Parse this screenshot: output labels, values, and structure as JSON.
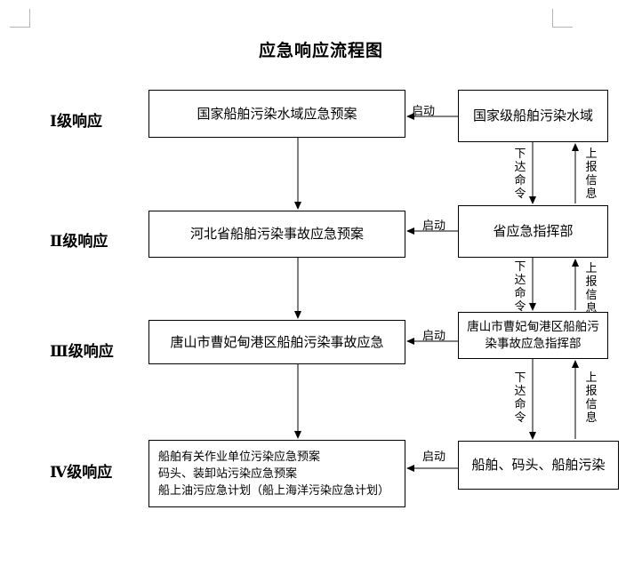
{
  "title": "应急响应流程图",
  "levels": [
    "Ⅰ级响应",
    "Ⅱ级响应",
    "Ⅲ级响应",
    "Ⅳ级响应"
  ],
  "plans": [
    "国家船舶污染水域应急预案",
    "河北省船舶污染事故应急预案",
    "唐山市曹妃甸港区船舶污染事故应急",
    [
      "船舶有关作业单位污染应急预案",
      "码头、装卸站污染应急预案",
      "船上油污应急计划（船上海洋污染应急计划）"
    ]
  ],
  "commands": [
    "国家级船舶污染水域",
    "省应急指挥部",
    "唐山市曹妃甸港区船舶污染事故应急指挥部",
    "船舶、码头、船舶污染"
  ],
  "edge_labels": {
    "activate": "启动",
    "issue_order": "下达命令",
    "report_info": "上报信息"
  }
}
